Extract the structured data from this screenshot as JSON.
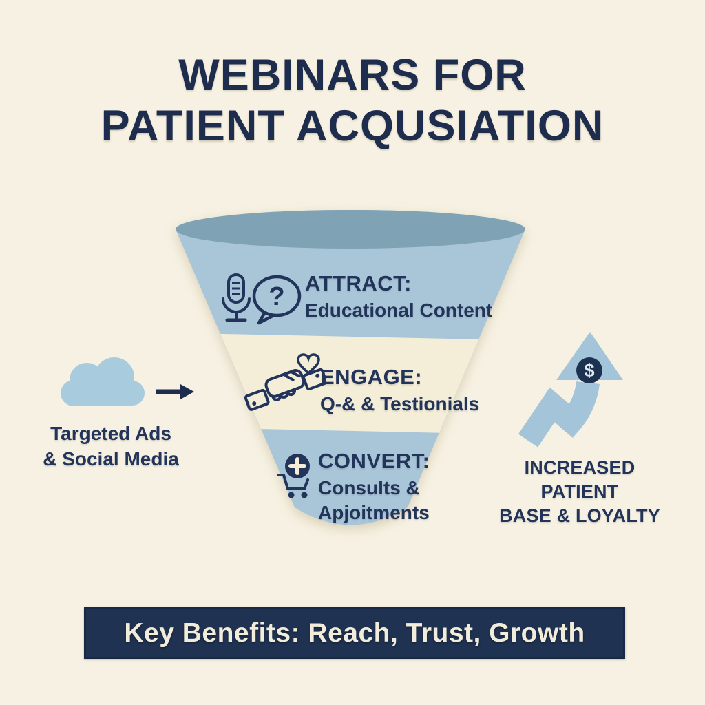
{
  "title": {
    "line1": "WEBINARS FOR",
    "line2": "PATIENT ACQUSIATION"
  },
  "funnel": {
    "stages": [
      {
        "id": "attract",
        "label": "ATTRACT:",
        "description": "Educational Content",
        "icons": [
          "microphone-icon",
          "question-bubble-icon"
        ],
        "icon_glyph": "?",
        "band_color": "#a9c6d9"
      },
      {
        "id": "engage",
        "label": "ENGAGE:",
        "description": "Q-& & Testionials",
        "icons": [
          "handshake-heart-icon"
        ],
        "band_color": "#f4eed9"
      },
      {
        "id": "convert",
        "label": "CONVERT:",
        "description_line1": "Consults &",
        "description_line2": "Apjoitments",
        "icons": [
          "medical-cart-icon"
        ],
        "band_color": "#a9c6d9"
      }
    ],
    "colors": {
      "body": "#a9c6d9",
      "rim": "#7fa2b5",
      "band": "#f4eed9"
    }
  },
  "left_panel": {
    "icon": "cloud-icon",
    "arrow": "arrow-right-icon",
    "label_line1": "Targeted Ads",
    "label_line2": "& Social Media"
  },
  "right_panel": {
    "icon": "growth-arrow-icon",
    "badge_icon": "dollar-circle-icon",
    "dollar_symbol": "$",
    "label_line1": "INCREASED PATIENT",
    "label_line2": "BASE & LOYALTY"
  },
  "footer": {
    "text": "Key Benefits: Reach, Trust, Growth",
    "background": "#203252",
    "text_color": "#f2edda"
  },
  "colors": {
    "background": "#f6f1e2",
    "text_navy": "#22345a",
    "title_navy": "#1e2c4e"
  }
}
